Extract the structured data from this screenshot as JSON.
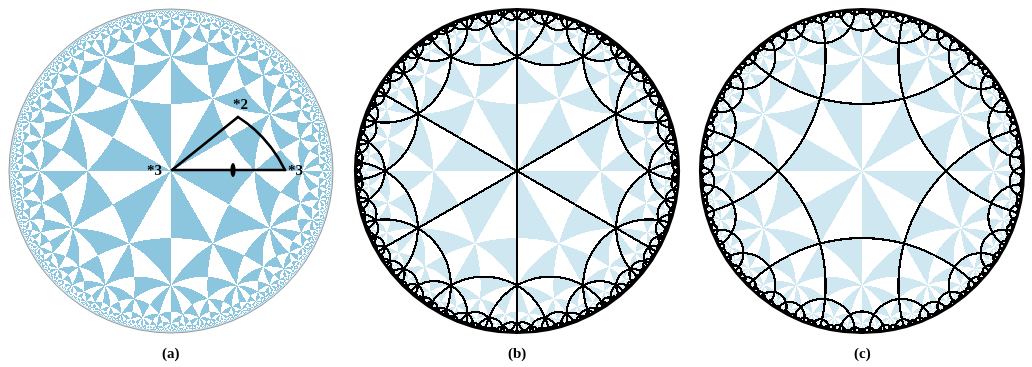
{
  "diagram": {
    "labels": [
      "*2",
      "*3",
      "*3",
      "(a)",
      "(b)",
      "(c)"
    ]
  }
}
